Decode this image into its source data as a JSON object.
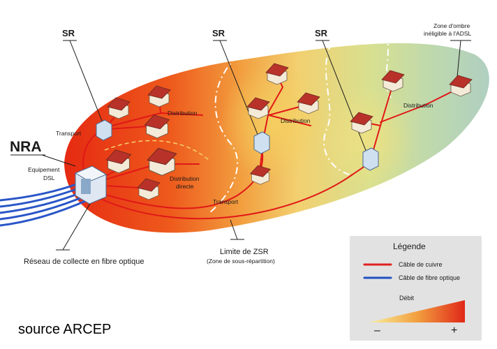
{
  "labels": {
    "nra": "NRA",
    "sr_1": "SR",
    "sr_2": "SR",
    "sr_3": "SR",
    "zone_ombre_line1": "Zone d'ombre",
    "zone_ombre_line2": "inéligible à l'ADSL",
    "equipement_line1": "Equipement",
    "equipement_line2": "DSL",
    "transport_left": "Transport",
    "transport_bottom": "Transport",
    "distribution_1": "Distribution",
    "distribution_2": "Distribution",
    "distribution_3": "Distribution",
    "distribution_directe_line1": "Distribution",
    "distribution_directe_line2": "directe",
    "reseau_collecte": "Réseau de collecte en fibre optique",
    "limite_zsr_line1": "Limite de ZSR",
    "limite_zsr_line2": "(Zone de sous-répartition)"
  },
  "legend": {
    "title": "Légende",
    "copper": "Câble de cuivre",
    "fiber": "Câble de fibre optique",
    "debit": "Débit",
    "minus": "–",
    "plus": "+"
  },
  "colors": {
    "copper": "#e02020",
    "fiber": "#2050c0",
    "high_rate": "#e8401a",
    "low_rate": "#b8d8a8"
  },
  "source": "source ARCEP"
}
